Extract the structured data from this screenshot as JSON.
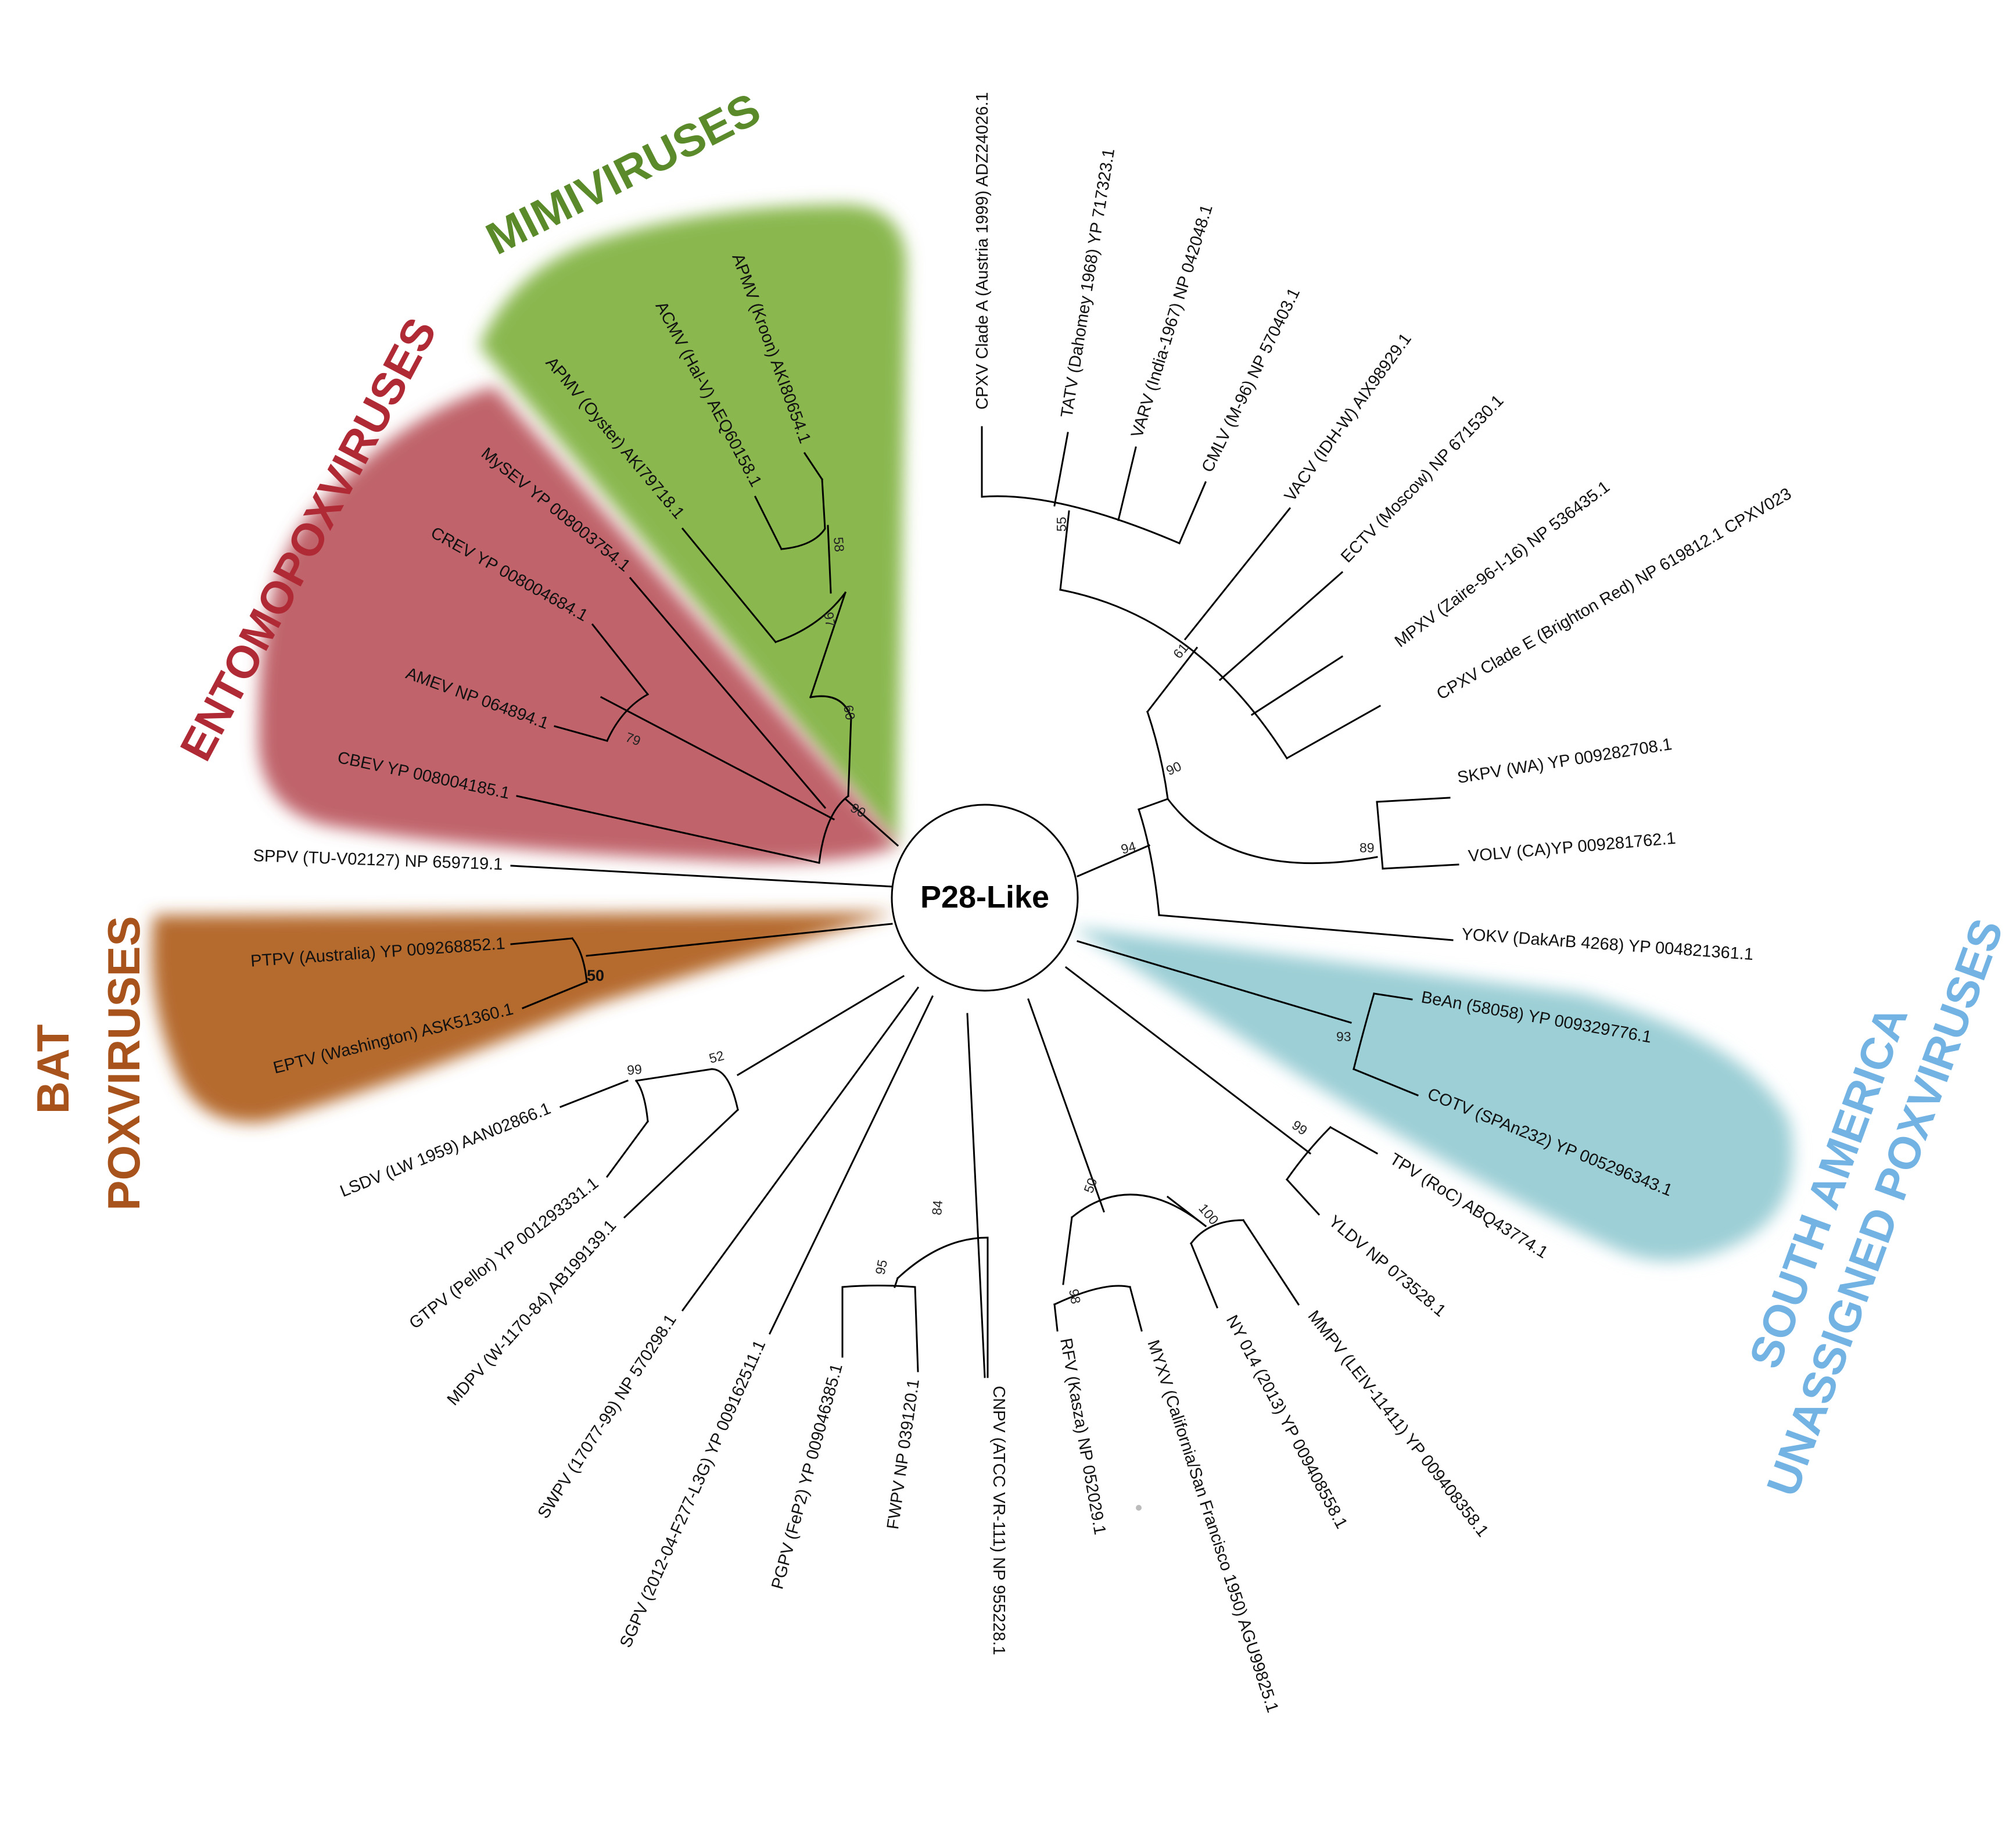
{
  "root": {
    "label": "P28-Like"
  },
  "clades": {
    "mimiviruses": {
      "title": "MIMIVIRUSES",
      "color": "#8ab84f"
    },
    "entomo": {
      "title": "ENTOMOPOXVIRUSES",
      "color": "#c0636a"
    },
    "bat": {
      "title_line1": "BAT",
      "title_line2": "POXVIRUSES",
      "color": "#b56a2f"
    },
    "southamerica": {
      "title_line1": "SOUTH AMERICA",
      "title_line2": "UNASSIGNED POXVIRUSES",
      "color": "#6fb3e0"
    }
  },
  "leaves": {
    "cpxv_a": "CPXV Clade A (Austria 1999) ADZ24026.1",
    "tatv": "TATV (Dahomey 1968) YP 717323.1",
    "varv": "VARV (India-1967) NP 042048.1",
    "cmlv": "CMLV (M-96) NP 570403.1",
    "vacv": "VACV (IDH-W) AIX98929.1",
    "ectv": "ECTV (Moscow) NP 671530.1",
    "mpxv": "MPXV (Zaire-96-I-16) NP 536435.1",
    "cpxv_e": "CPXV Clade E (Brighton Red) NP 619812.1 CPXV023",
    "skpv": "SKPV (WA) YP 009282708.1",
    "volv": "VOLV (CA)YP 009281762.1",
    "yokv": "YOKV (DakArB 4268) YP 004821361.1",
    "bean": "BeAn (58058) YP 009329776.1",
    "cotv": "COTV (SPAn232) YP 005296343.1",
    "tpv": "TPV (RoC) ABQ43774.1",
    "yldv": "YLDV NP 073528.1",
    "mmpv": "MMPV (LEIV-11411) YP 009408358.1",
    "ny014": "NY 014 (2013) YP 009408558.1",
    "myxv": "MYXV (California/San Francisco 1950) AGU99825.1",
    "rfv": "RFV (Kasza) NP 052029.1",
    "cnpv": "CNPV (ATCC VR-111) NP 955228.1",
    "fwpv": "FWPV NP 039120.1",
    "pgpv": "PGPV (FeP2) YP 009046385.1",
    "sgpv": "SGPV (2012-04-F277-L3G) YP 009162511.1",
    "swpv": "SWPV (17077-99) NP 570298.1",
    "mdpv": "MDPV (W-1170-84) AB199139.1",
    "gtpv": "GTPV (Pellor) YP 001293331.1",
    "lsdv": "LSDV (LW 1959) AAN02866.1",
    "eptv": "EPTV (Washington) ASK51360.1",
    "ptpv": "PTPV (Australia) YP 009268852.1",
    "sppv": "SPPV (TU-V02127) NP 659719.1",
    "cbev": "CBEV YP 008004185.1",
    "amev": "AMEV NP 064894.1",
    "crev": "CREV YP 008004684.1",
    "mysev": "MySEV YP 008003754.1",
    "apmv_oyster": "APMV (Oyster) AKI79718.1",
    "acmv": "ACMV (Hal-V) AEQ60158.1",
    "apmv_kroon": "APMV (Kroon) AKI80654.1"
  },
  "bootstrap": {
    "b55": "55",
    "b61": "61",
    "b90a": "90",
    "b94": "94",
    "b89": "89",
    "b93": "93",
    "b99a": "99",
    "b100": "100",
    "b50a": "50",
    "b98": "98",
    "b84": "84",
    "b95": "95",
    "b52": "52",
    "b99b": "99",
    "b50bat": "50",
    "b79": "79",
    "b90b": "90",
    "b60": "60",
    "b97": "97",
    "b58": "58"
  }
}
